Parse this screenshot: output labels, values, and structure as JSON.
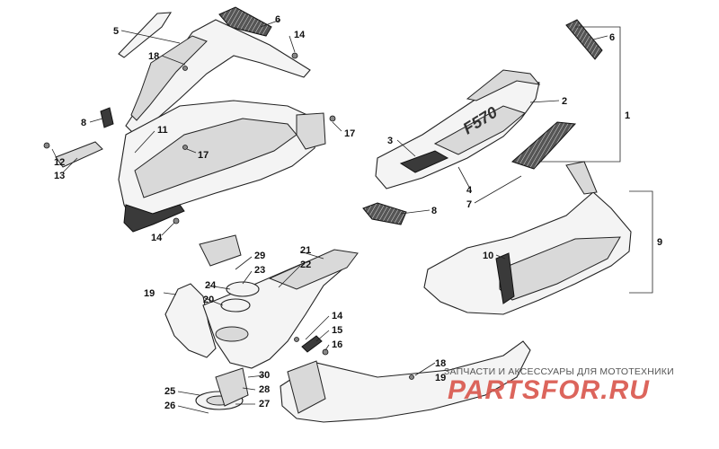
{
  "callouts": [
    {
      "id": "c-1",
      "text": "1"
    },
    {
      "id": "c-2",
      "text": "2"
    },
    {
      "id": "c-3",
      "text": "3"
    },
    {
      "id": "c-4",
      "text": "4"
    },
    {
      "id": "c-5",
      "text": "5"
    },
    {
      "id": "c-6a",
      "text": "6"
    },
    {
      "id": "c-6b",
      "text": "6"
    },
    {
      "id": "c-7",
      "text": "7"
    },
    {
      "id": "c-8a",
      "text": "8"
    },
    {
      "id": "c-8b",
      "text": "8"
    },
    {
      "id": "c-9",
      "text": "9"
    },
    {
      "id": "c-10",
      "text": "10"
    },
    {
      "id": "c-11",
      "text": "11"
    },
    {
      "id": "c-12",
      "text": "12"
    },
    {
      "id": "c-13",
      "text": "13"
    },
    {
      "id": "c-14a",
      "text": "14"
    },
    {
      "id": "c-14b",
      "text": "14"
    },
    {
      "id": "c-14c",
      "text": "14"
    },
    {
      "id": "c-15",
      "text": "15"
    },
    {
      "id": "c-16",
      "text": "16"
    },
    {
      "id": "c-17a",
      "text": "17"
    },
    {
      "id": "c-17b",
      "text": "17"
    },
    {
      "id": "c-18a",
      "text": "18"
    },
    {
      "id": "c-18b",
      "text": "18"
    },
    {
      "id": "c-19a",
      "text": "19"
    },
    {
      "id": "c-19b",
      "text": "19"
    },
    {
      "id": "c-20",
      "text": "20"
    },
    {
      "id": "c-21",
      "text": "21"
    },
    {
      "id": "c-22",
      "text": "22"
    },
    {
      "id": "c-23",
      "text": "23"
    },
    {
      "id": "c-24",
      "text": "24"
    },
    {
      "id": "c-25",
      "text": "25"
    },
    {
      "id": "c-26",
      "text": "26"
    },
    {
      "id": "c-27",
      "text": "27"
    },
    {
      "id": "c-28",
      "text": "28"
    },
    {
      "id": "c-29",
      "text": "29"
    },
    {
      "id": "c-30",
      "text": "30"
    }
  ],
  "watermark": {
    "tagline": "ЗАПЧАСТИ И АКСЕССУАРЫ ДЛЯ МОТОТЕХНИКИ",
    "logo": "PARTSFOR.RU",
    "color": "#d9554b"
  },
  "decal_text": "F570"
}
